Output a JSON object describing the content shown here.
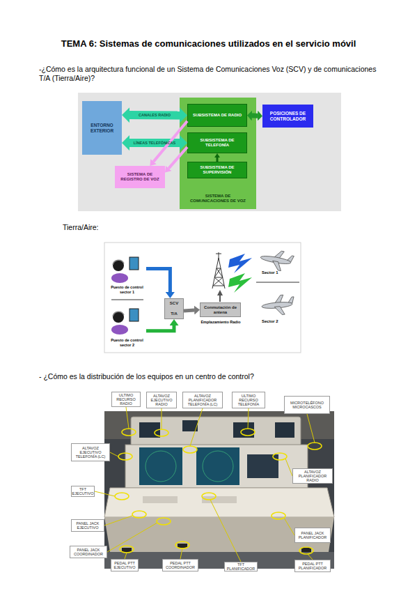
{
  "diagram": {
    "title": "TEMA 6: Sistemas de comunicaciones utilizados en el servicio móvil",
    "nodes": [
      {
        "text": [
          "ENTORNO EXTERIOR"
        ]
      },
      {
        "text": [
          "SISTEMA DE COMUNICACIONES DE VOZ"
        ]
      },
      {
        "text": [
          "SUBSISTEMA DE RADIO"
        ],
        "in": 1
      },
      {
        "text": [
          "SUBSISTEMA DE TELEFONÍA"
        ],
        "in": 1
      },
      {
        "text": [
          "SUBSISTEMA DE SUPERVISIÓN"
        ],
        "in": 1
      },
      {
        "text": [
          "POSICIONES DE CONTROLADOR"
        ]
      },
      {
        "text": [
          "SISTEMA DE REGISTRO DE VOZ"
        ]
      },
      {
        "text": [
          "Puesto de control sector 1"
        ]
      },
      {
        "text": [
          "Puesto de control sector 2"
        ]
      },
      {
        "text": [
          "SCV",
          "T/A"
        ]
      },
      {
        "text": [
          "Conmutación de antena"
        ]
      },
      {
        "text": [
          "ULTIMO RECURSO RADIO"
        ]
      },
      {
        "text": [
          "ALTAVOZ EJECUTIVO RADIO"
        ]
      },
      {
        "text": [
          "ALTAVOZ PLANIFICADOR TELEFONÍA (LC)"
        ]
      },
      {
        "text": [
          "ULTIMO RECURSO TELEFONÍA"
        ]
      },
      {
        "text": [
          "MICROTELÉFONO",
          "MICROCASCOS"
        ]
      },
      {
        "text": [
          "ALTAVOZ EJECUTIVO TELEFONÍA (LC)"
        ]
      },
      {
        "text": [
          "ALTAVOZ PLANIFICADOR RADIO"
        ]
      },
      {
        "text": [
          "TFT EJECUTIVO"
        ]
      },
      {
        "text": [
          "PANEL JACK EJECUTIVO"
        ]
      },
      {
        "text": [
          "PANEL JACK PLANIFICADOR"
        ]
      },
      {
        "text": [
          "PANEL JACK COORDINADOR"
        ]
      },
      {
        "text": [
          "PEDAL PTT EJECUTIVO"
        ]
      },
      {
        "text": [
          "PEDAL PTT COORDINADOR"
        ]
      },
      {
        "text": [
          "TFT PLANIFICADOR"
        ]
      },
      {
        "text": [
          "PEDAL PTT PLANIFICADOR"
        ]
      }
    ],
    "edges": [
      {
        "from": 0,
        "to": 2,
        "arrow": "both",
        "label": "CANALES RADIO"
      },
      {
        "from": 0,
        "to": 3,
        "arrow": "both",
        "label": "LÍNEAS TELEFÓNICAS"
      },
      {
        "from": 2,
        "to": 5,
        "arrow": "both"
      },
      {
        "from": 4,
        "to": 3,
        "arrow": "to"
      },
      {
        "from": 2,
        "to": 6,
        "arrow": "to"
      },
      {
        "from": 3,
        "to": 6,
        "arrow": "to"
      },
      {
        "from": 7,
        "to": 9,
        "arrow": "to"
      },
      {
        "from": 8,
        "to": 9,
        "arrow": "to"
      },
      {
        "from": 9,
        "to": 10,
        "arrow": "to"
      }
    ],
    "labels": [
      "-¿Cómo es la arquitectura funcional de un Sistema de Comunicaciones Voz (SCV) y de comunicaciones T/A (Tierra/Aire)?",
      "Tierra/Aire:",
      "Emplazamiento Radio",
      "Sector 1",
      "Sector 2",
      "- ¿Cómo es la distribución de los equipos en un centro de control?"
    ]
  }
}
